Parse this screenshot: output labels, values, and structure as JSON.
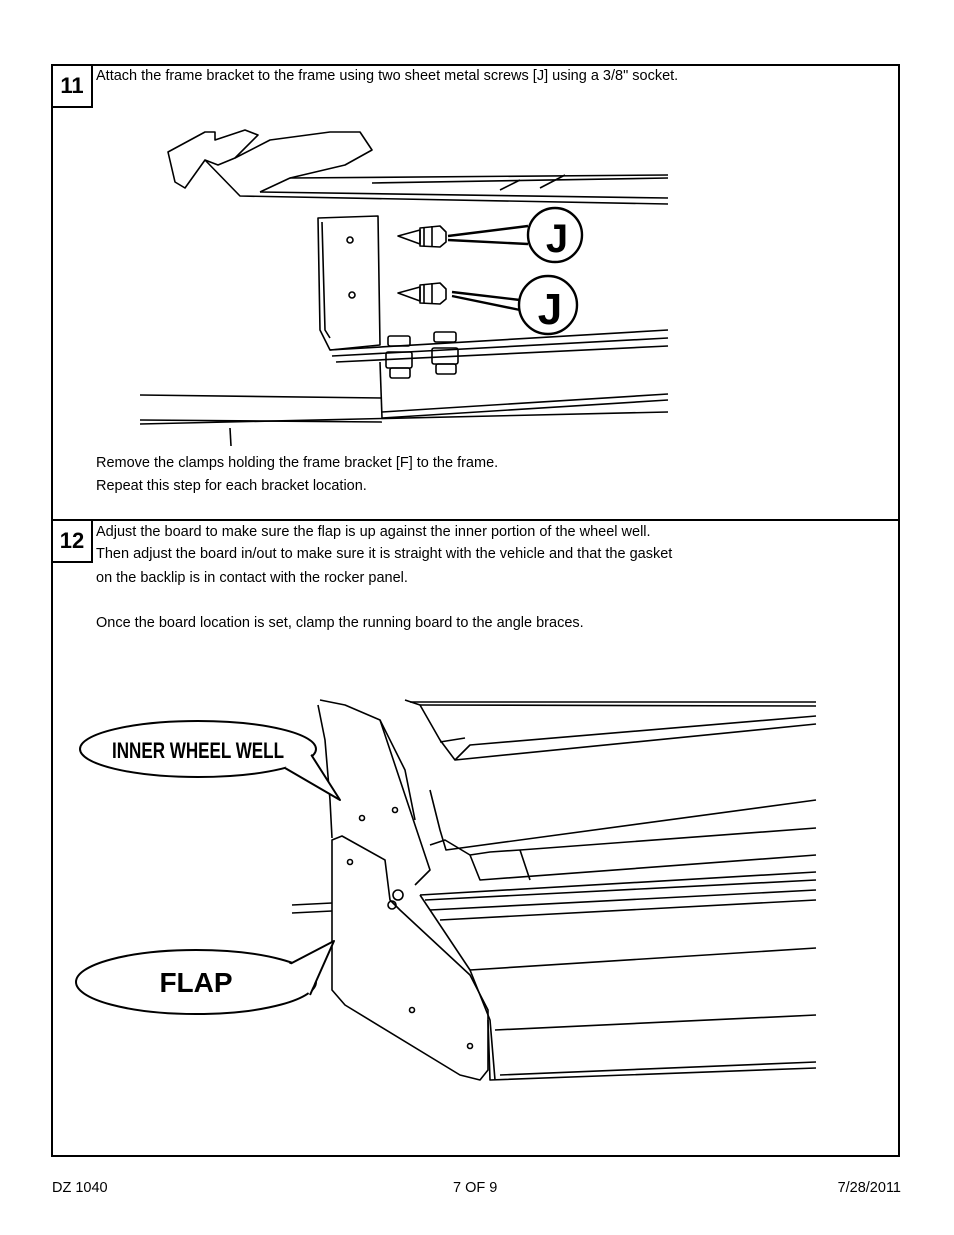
{
  "step11": {
    "number": "11",
    "instruction": "Attach the frame bracket to the frame using two sheet metal screws [J] using a 3/8\" socket.",
    "callout_top": "J",
    "callout_bottom": "J",
    "note_line1": "Remove the clamps holding the frame bracket [F] to the frame.",
    "note_line2": "Repeat this step for each bracket location."
  },
  "step12": {
    "number": "12",
    "line1": "Adjust the board to make sure the flap is up against the inner portion of the wheel well.",
    "line2": "Then adjust the board in/out to make sure it is straight with the vehicle and that the gasket",
    "line3": "on the backlip is in contact with the rocker panel.",
    "line4": "Once the board location is set, clamp the running board to the angle braces.",
    "callout_wheel_well": "INNER WHEEL WELL",
    "callout_flap": "FLAP"
  },
  "footer": {
    "doc_id": "DZ 1040",
    "page": "7 OF 9",
    "date": "7/28/2011"
  }
}
